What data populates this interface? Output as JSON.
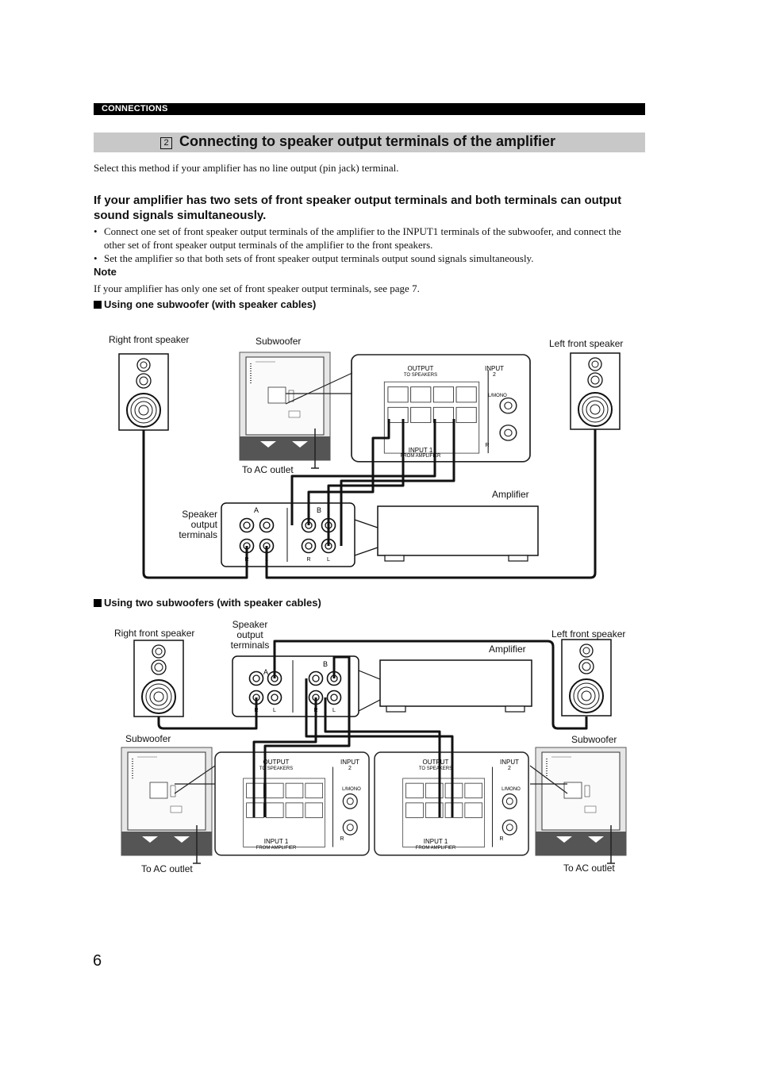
{
  "header": {
    "section": "CONNECTIONS"
  },
  "title": {
    "number": "2",
    "text": "Connecting to speaker output terminals of the amplifier"
  },
  "intro": "Select this method if your amplifier has no line output (pin jack) terminal.",
  "heading": "If your amplifier has two sets of front speaker output terminals and both terminals can output sound signals simultaneously.",
  "bullets": [
    "Connect one set of front speaker output terminals of the amplifier to the INPUT1 terminals of the subwoofer, and connect the other set of front speaker output terminals of the amplifier to the front speakers.",
    "Set the amplifier so that both sets of front speaker output terminals output sound signals simultaneously."
  ],
  "note": {
    "label": "Note",
    "text": "If your amplifier has only one set of front speaker output terminals, see page 7."
  },
  "diagram1": {
    "heading": "Using one subwoofer (with speaker cables)",
    "right_front_speaker": "Right front speaker",
    "subwoofer": "Subwoofer",
    "left_front_speaker": "Left front speaker",
    "to_ac_outlet": "To AC outlet",
    "amplifier": "Amplifier",
    "speaker_output_terminals": [
      "Speaker",
      "output",
      "terminals"
    ],
    "panel": {
      "output": "OUTPUT",
      "to_speakers": "TO SPEAKERS",
      "input2": "INPUT",
      "input2_num": "2",
      "mono": "L/MONO",
      "input1": "INPUT 1",
      "from_amplifier": "FROM AMPLIFIER",
      "r": "R"
    },
    "terminal_groups": [
      "A",
      "B"
    ],
    "terminal_labels": [
      "R",
      "L",
      "R",
      "L"
    ]
  },
  "diagram2": {
    "heading": "Using two subwoofers (with speaker cables)",
    "right_front_speaker": "Right front speaker",
    "speaker_output_terminals": [
      "Speaker",
      "output",
      "terminals"
    ],
    "amplifier": "Amplifier",
    "left_front_speaker": "Left front speaker",
    "subwoofer_left": "Subwoofer",
    "subwoofer_right": "Subwoofer",
    "to_ac_outlet_left": "To AC outlet",
    "to_ac_outlet_right": "To AC outlet"
  },
  "page_number": "6"
}
